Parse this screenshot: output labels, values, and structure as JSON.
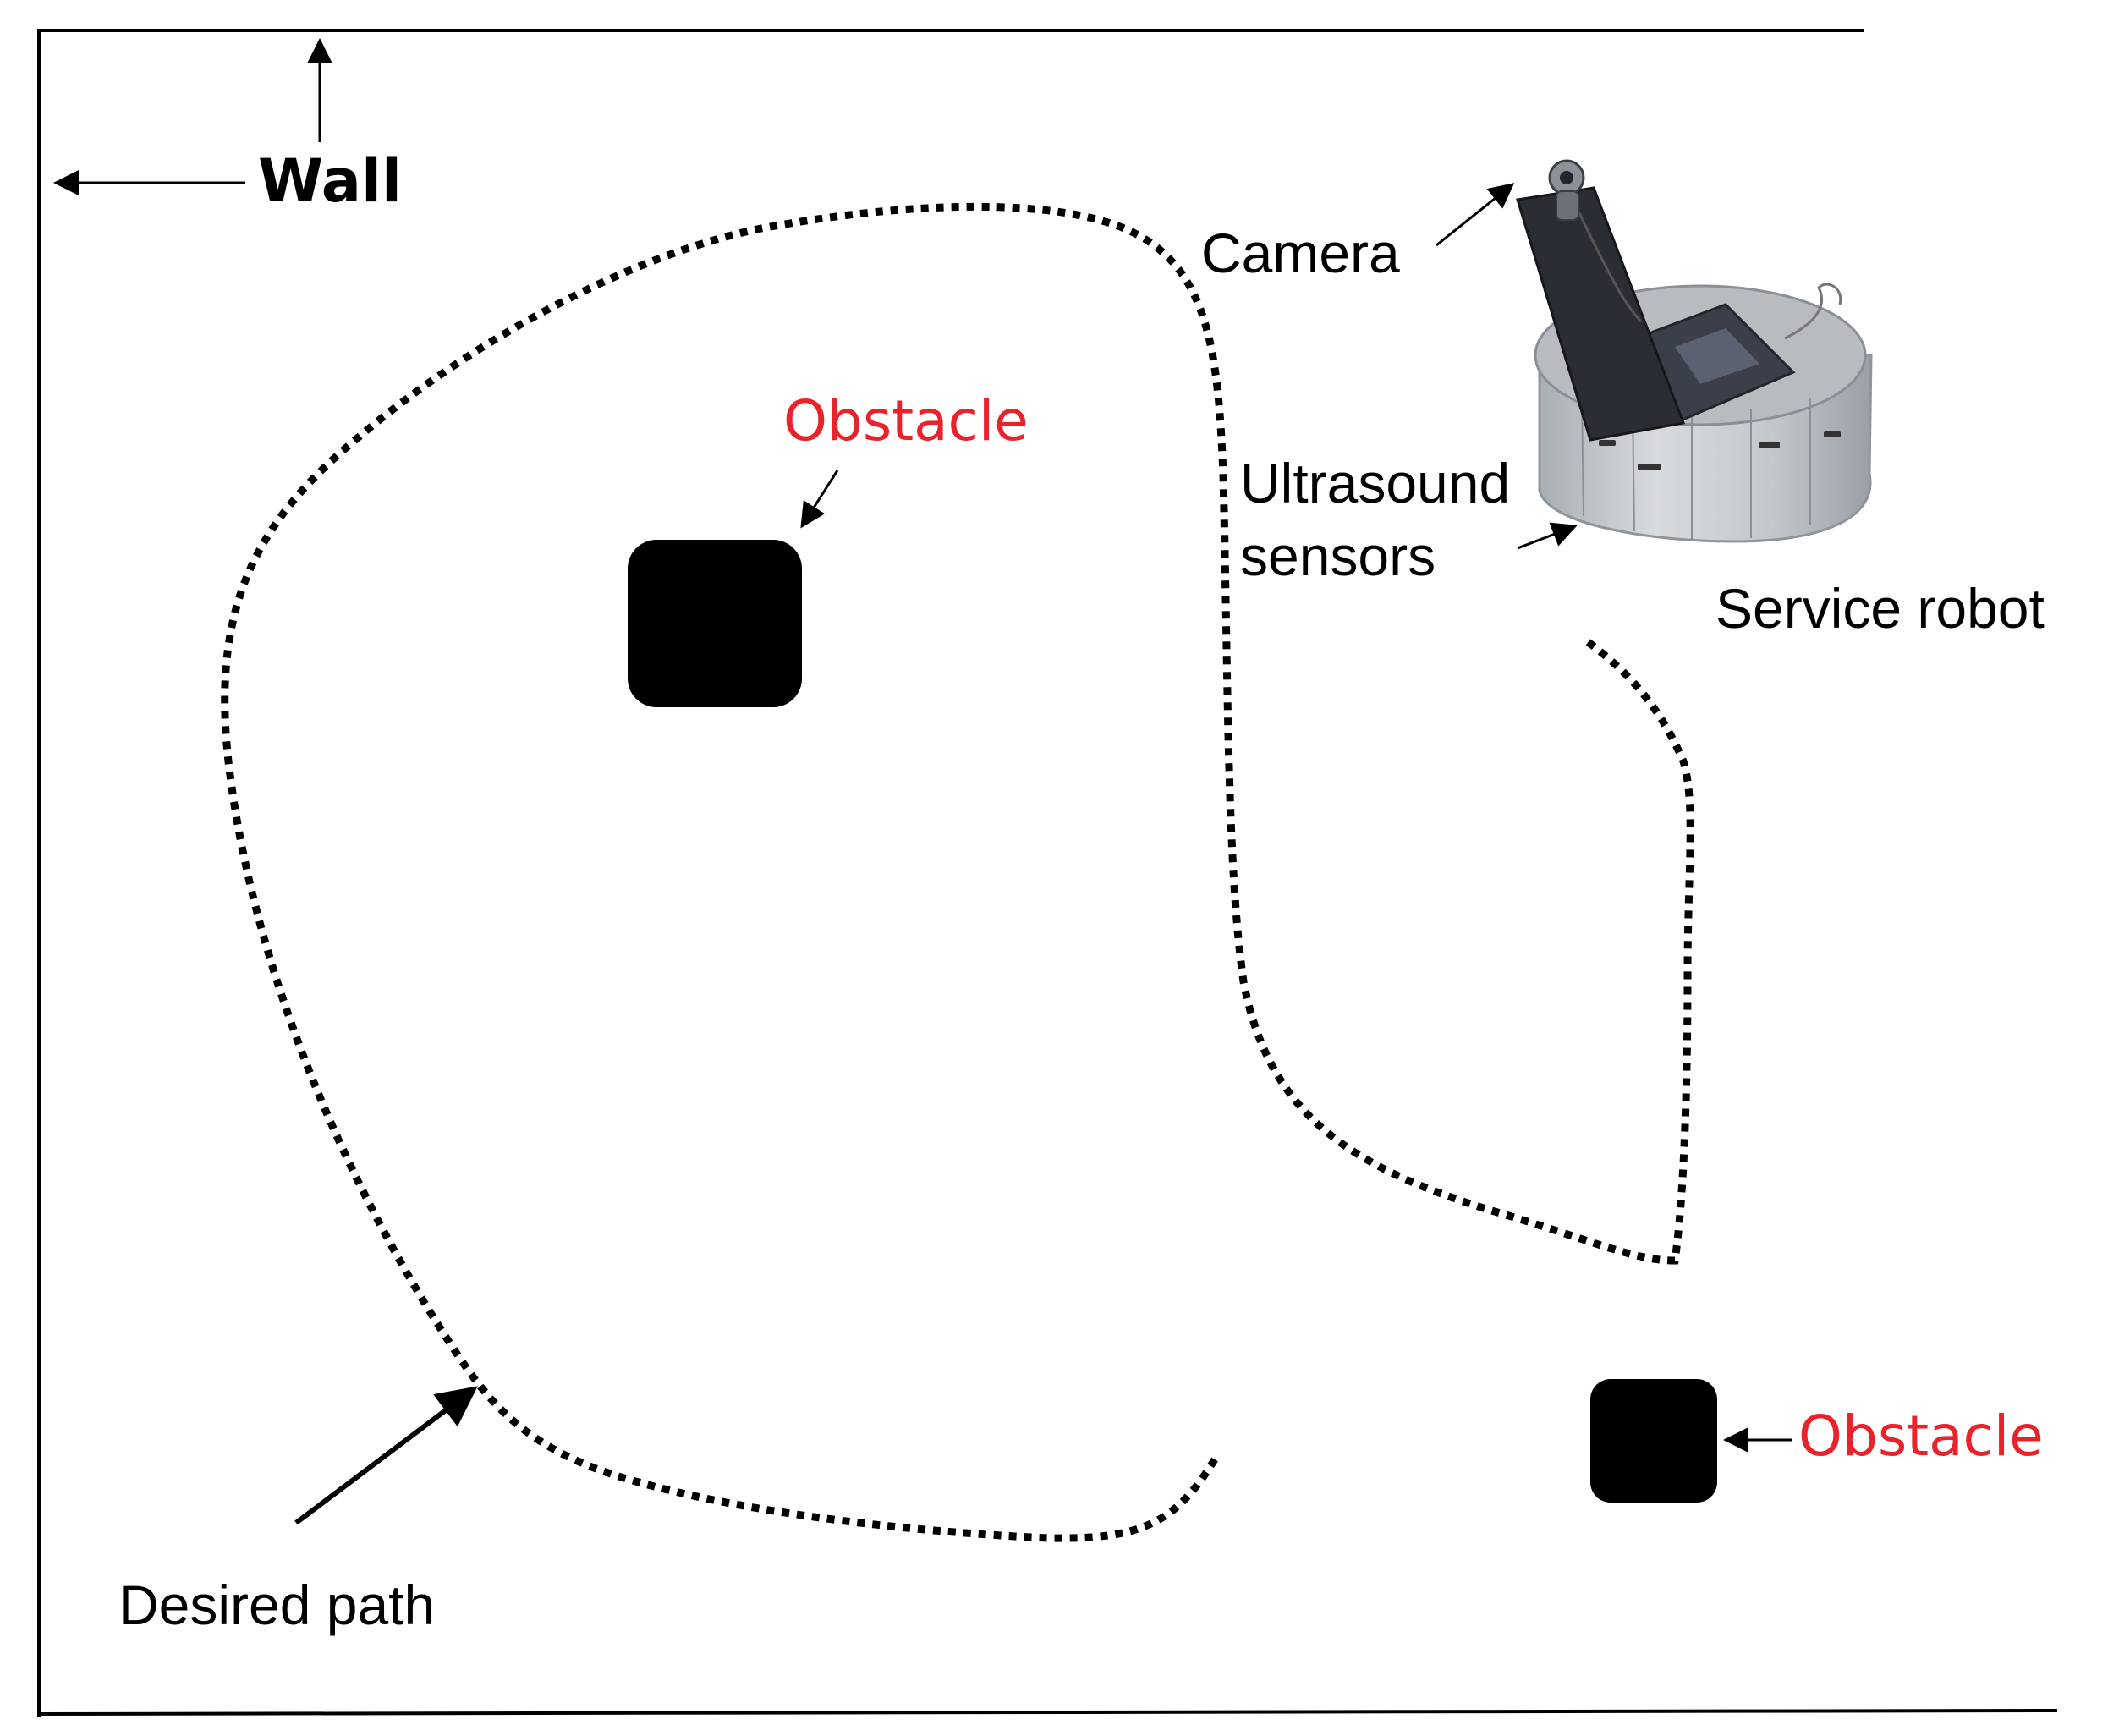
{
  "labels": {
    "wall": "Wall",
    "camera": "Camera",
    "ultrasound_line1": "Ultrasound",
    "ultrasound_line2": "sensors",
    "service_robot": "Service robot",
    "obstacle_top": "Obstacle",
    "obstacle_bottom": "Obstacle",
    "desired_path": "Desired path"
  },
  "colors": {
    "line": "#000000",
    "obstacle_fill": "#000000",
    "obstacle_label": "#e8232b",
    "robot_body": "#c9cccf",
    "robot_shadow": "#9ea3a8",
    "laptop": "#2a2d33",
    "laptop_screen": "#3a3f49"
  },
  "elements": {
    "walls": "wall-lines",
    "path": "dotted-desired-path",
    "robot_photo": "service-robot-image"
  }
}
